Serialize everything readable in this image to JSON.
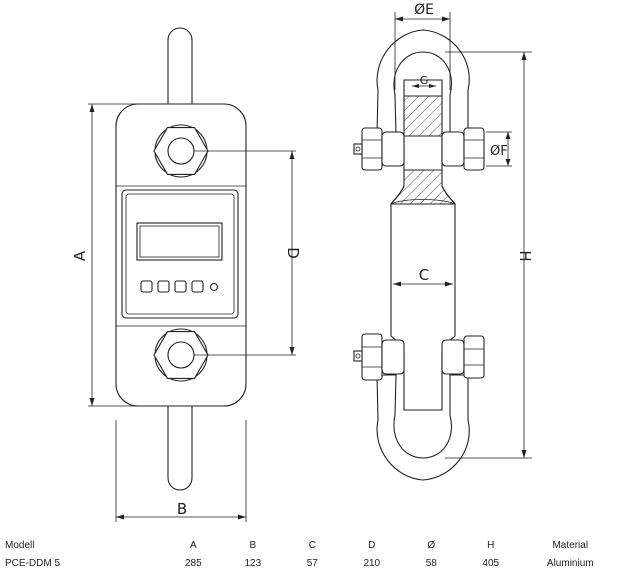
{
  "labels": {
    "A": "A",
    "B": "B",
    "C": "C",
    "D": "D",
    "E": "ØE",
    "F": "ØF",
    "G": "G",
    "H": "H"
  },
  "table": {
    "headers": [
      "Modell",
      "A",
      "B",
      "C",
      "D",
      "Ø",
      "H",
      "Material"
    ],
    "rows": [
      [
        "PCE-DDM 5",
        "285",
        "123",
        "57",
        "210",
        "58",
        "405",
        "Aluminium"
      ]
    ]
  }
}
